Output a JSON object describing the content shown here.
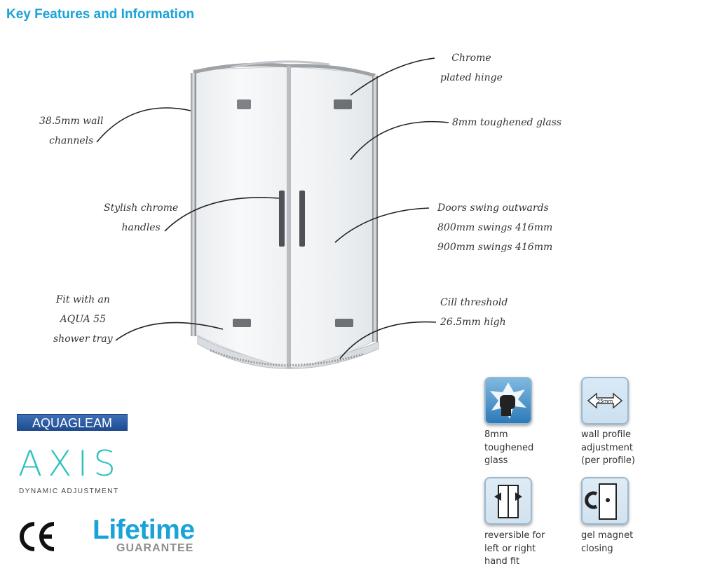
{
  "heading": "Key Features and Information",
  "callouts": {
    "hinge": [
      "Chrome",
      "plated hinge"
    ],
    "wall_channels": [
      "38.5mm wall",
      "channels"
    ],
    "glass": [
      "8mm toughened glass"
    ],
    "handles": [
      "Stylish chrome",
      "handles"
    ],
    "doors": [
      "Doors swing outwards",
      "800mm swings 416mm",
      "900mm swings 416mm"
    ],
    "tray": [
      "Fit with an",
      "AQUA 55",
      "shower tray"
    ],
    "cill": [
      "Cill threshold",
      "26.5mm high"
    ]
  },
  "logos": {
    "aquagleam": "AQUAGLEAM",
    "axis": "AXIS",
    "axis_tagline": "DYNAMIC ADJUSTMENT",
    "ce": "CE",
    "lifetime": "Lifetime",
    "guarantee": "GUARANTEE"
  },
  "features": [
    {
      "icon": "fist-glass-icon",
      "lines": [
        "8mm",
        "toughened",
        "glass"
      ]
    },
    {
      "icon": "wall-profile-adjust-icon",
      "badge": "25mm",
      "lines": [
        "wall profile",
        "adjustment",
        "(per profile)"
      ]
    },
    {
      "icon": "reversible-door-icon",
      "lines": [
        "reversible for",
        "left or right",
        "hand fit"
      ]
    },
    {
      "icon": "magnet-closing-icon",
      "lines": [
        "gel magnet",
        "closing"
      ]
    }
  ],
  "colors": {
    "accent": "#1aa3d8",
    "axis": "#2fc1c0",
    "aquagleam": "#2a5ea8",
    "icon_blue": "#2d7ab8"
  }
}
